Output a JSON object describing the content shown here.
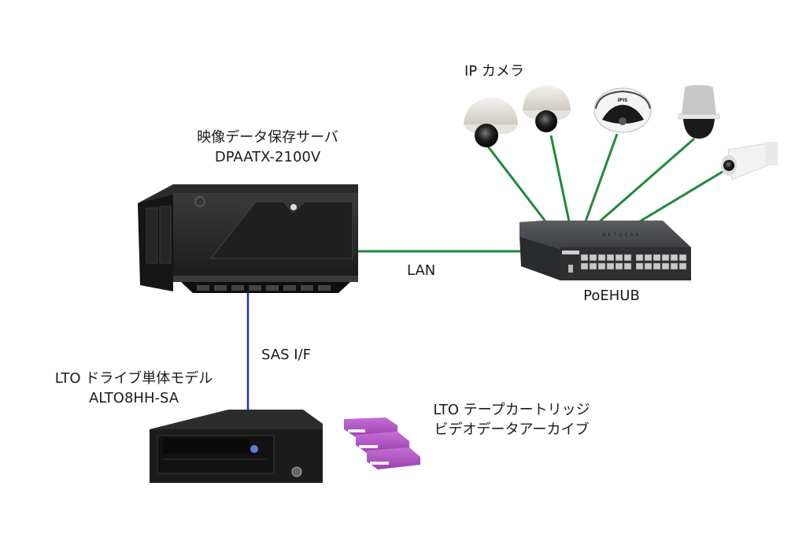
{
  "labels": {
    "cameras": "IP カメラ",
    "server_line1": "映像データ保存サーバ",
    "server_line2": "DPAATX-2100V",
    "lan": "LAN",
    "switch": "PoEHUB",
    "sas": "SAS I/F",
    "drive_line1": "LTO ドライブ単体モデル",
    "drive_line2": "ALTO8HH-SA",
    "tape_line1": "LTO テープカートリッジ",
    "tape_line2": "ビデオデータアーカイブ"
  },
  "switch_brand": "NETGEAR",
  "camera_brand": "iPIS",
  "colors": {
    "lan_line": "#1e8a3c",
    "sas_line": "#2430b8",
    "device_dark": "#222222",
    "tape": "#b456c8"
  },
  "nodes": [
    {
      "id": "server",
      "type": "video-storage-server"
    },
    {
      "id": "switch",
      "type": "poe-hub"
    },
    {
      "id": "cam1",
      "type": "dome-camera"
    },
    {
      "id": "cam2",
      "type": "dome-camera"
    },
    {
      "id": "cam3",
      "type": "fisheye-camera"
    },
    {
      "id": "cam4",
      "type": "ptz-camera"
    },
    {
      "id": "cam5",
      "type": "bullet-camera"
    },
    {
      "id": "lto_drive",
      "type": "lto-drive"
    },
    {
      "id": "tapes",
      "type": "lto-tape-cartridges"
    }
  ],
  "edges": [
    {
      "from": "cam1",
      "to": "switch",
      "kind": "LAN"
    },
    {
      "from": "cam2",
      "to": "switch",
      "kind": "LAN"
    },
    {
      "from": "cam3",
      "to": "switch",
      "kind": "LAN"
    },
    {
      "from": "cam4",
      "to": "switch",
      "kind": "LAN"
    },
    {
      "from": "cam5",
      "to": "switch",
      "kind": "LAN"
    },
    {
      "from": "server",
      "to": "switch",
      "kind": "LAN"
    },
    {
      "from": "server",
      "to": "lto_drive",
      "kind": "SAS I/F"
    }
  ]
}
